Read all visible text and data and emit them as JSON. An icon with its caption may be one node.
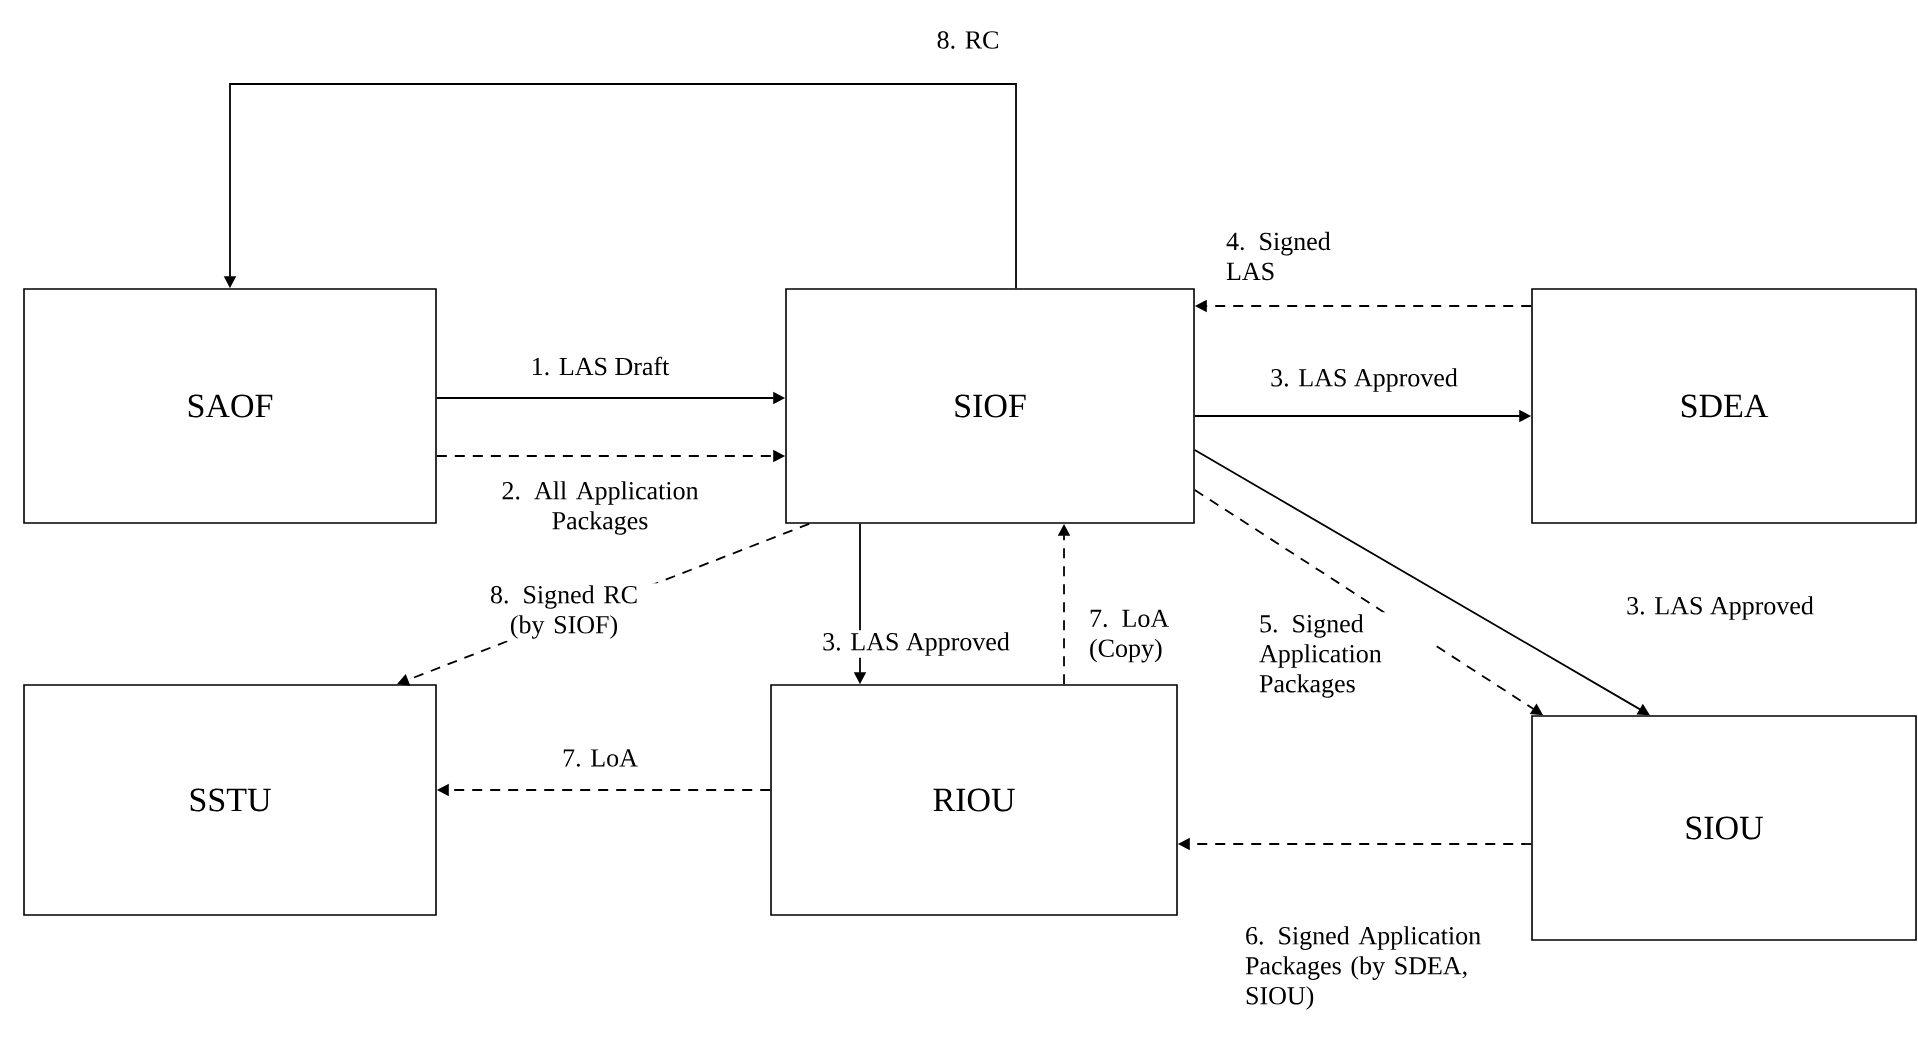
{
  "diagram": {
    "nodes": [
      {
        "text": [
          "SAOF"
        ]
      },
      {
        "text": [
          "SIOF"
        ]
      },
      {
        "text": [
          "SDEA"
        ]
      },
      {
        "text": [
          "SSTU"
        ]
      },
      {
        "text": [
          "RIOU"
        ]
      },
      {
        "text": [
          "SIOU"
        ]
      }
    ],
    "edges": [
      {
        "from": 0,
        "to": 1,
        "arrow": "to",
        "label": "1. LAS Draft"
      },
      {
        "from": 0,
        "to": 1,
        "arrow": "to",
        "label": "2. All Application Packages",
        "style": "dashed"
      },
      {
        "from": 1,
        "to": 0,
        "arrow": "to",
        "label": "8. RC"
      },
      {
        "from": 2,
        "to": 1,
        "arrow": "to",
        "label": "4. Signed LAS",
        "style": "dashed"
      },
      {
        "from": 1,
        "to": 2,
        "arrow": "to",
        "label": "3. LAS Approved"
      },
      {
        "from": 1,
        "to": 5,
        "arrow": "to",
        "label": "3. LAS Approved"
      },
      {
        "from": 1,
        "to": 5,
        "arrow": "to",
        "label": "5. Signed Application Packages",
        "style": "dashed"
      },
      {
        "from": 1,
        "to": 3,
        "arrow": "to",
        "label": "8. Signed RC (by SIOF)",
        "style": "dashed"
      },
      {
        "from": 1,
        "to": 4,
        "arrow": "to",
        "label": "3. LAS Approved"
      },
      {
        "from": 4,
        "to": 1,
        "arrow": "to",
        "label": "7. LoA (Copy)",
        "style": "dashed"
      },
      {
        "from": 4,
        "to": 3,
        "arrow": "to",
        "label": "7. LoA",
        "style": "dashed"
      },
      {
        "from": 5,
        "to": 4,
        "arrow": "to",
        "label": "6. Signed Application Packages (by SDEA, SIOU)",
        "style": "dashed"
      }
    ]
  }
}
